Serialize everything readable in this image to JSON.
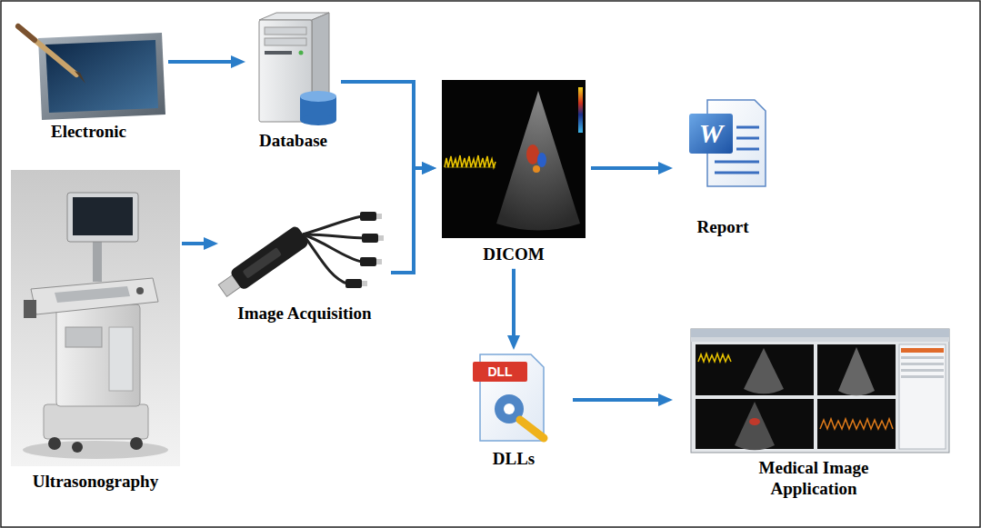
{
  "diagram": {
    "nodes": [
      {
        "text": [
          "Electronic"
        ]
      },
      {
        "text": [
          "Database"
        ]
      },
      {
        "text": [
          "Ultrasonography"
        ]
      },
      {
        "text": [
          "Image Acquisition"
        ]
      },
      {
        "text": [
          "DICOM"
        ]
      },
      {
        "text": [
          "Report"
        ]
      },
      {
        "text": [
          "DLLs"
        ]
      },
      {
        "text": [
          "Medical Image Application"
        ]
      }
    ],
    "edges": [
      {
        "from": 0,
        "to": 1,
        "arrow": "to"
      },
      {
        "from": 2,
        "to": 3,
        "arrow": "to"
      },
      {
        "from": 1,
        "to": 4,
        "arrow": "to"
      },
      {
        "from": 3,
        "to": 4,
        "arrow": "to"
      },
      {
        "from": 4,
        "to": 5,
        "arrow": "to"
      },
      {
        "from": 4,
        "to": 6,
        "arrow": "to"
      },
      {
        "from": 6,
        "to": 7,
        "arrow": "to"
      }
    ],
    "labels": [
      "W",
      "DLL"
    ]
  }
}
